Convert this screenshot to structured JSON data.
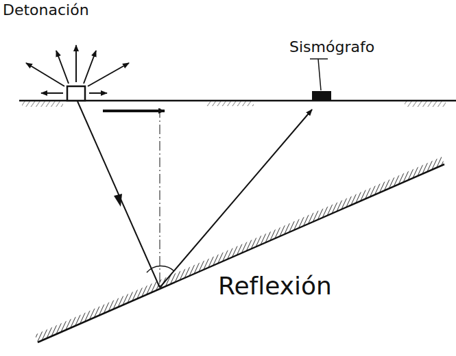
{
  "diagram": {
    "labels": [
      "Detonación",
      "Sismógrafo",
      "Reflexión"
    ]
  }
}
